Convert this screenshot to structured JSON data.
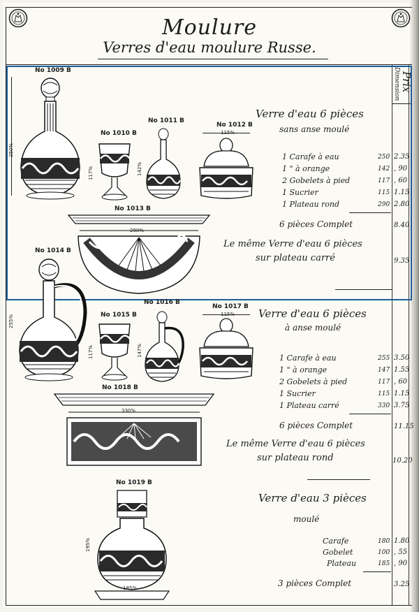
{
  "header": {
    "title": "Moulure",
    "subtitle": "Verres d'eau moulure Russe."
  },
  "columns": {
    "dimension": "Dimension",
    "prix": "Prix"
  },
  "figures": {
    "f1009": {
      "label": "No 1009 B",
      "dim": "250%"
    },
    "f1010": {
      "label": "No 1010 B",
      "dim": "117%"
    },
    "f1011": {
      "label": "No 1011 B",
      "dim": "142%"
    },
    "f1012": {
      "label": "No 1012 B",
      "dim": "115%"
    },
    "f1013": {
      "label": "No 1013 B",
      "dim": "290%"
    },
    "f1014": {
      "label": "No 1014 B",
      "dim": "255%"
    },
    "f1015": {
      "label": "No 1015 B",
      "dim": "117%"
    },
    "f1016": {
      "label": "No 1016 B",
      "dim": "147%"
    },
    "f1017": {
      "label": "No 1017 B",
      "dim": "115%"
    },
    "f1018": {
      "label": "No 1018 B",
      "dim": "330%"
    },
    "f1019": {
      "label": "No 1019 B",
      "dim_height": "195%",
      "dim_width": "185%"
    }
  },
  "sections": [
    {
      "title": "Verre d'eau 6 pièces",
      "subtitle": "sans anse moulé",
      "items": [
        {
          "label": "1 Carafe à eau",
          "dimension": "250",
          "price": "2.35"
        },
        {
          "label": "1      \"    à orange",
          "dimension": "142",
          "price": ", 90"
        },
        {
          "label": "2 Gobelets à pied",
          "dimension": "117",
          "price": ", 60"
        },
        {
          "label": "1 Sucrier",
          "dimension": "115",
          "price": "1.15"
        },
        {
          "label": "1 Plateau rond",
          "dimension": "290",
          "price": "2.80"
        }
      ],
      "complete_label": "6 pièces Complet",
      "complete_price": "8.40",
      "alt_line1": "Le même Verre d'eau 6 pièces",
      "alt_line2": "sur plateau carré",
      "alt_price": "9.35"
    },
    {
      "title": "Verre d'eau 6 pièces",
      "subtitle": "à anse moulé",
      "items": [
        {
          "label": "1 Carafe à eau",
          "dimension": "255",
          "price": "3.50"
        },
        {
          "label": "1      \"    à orange",
          "dimension": "147",
          "price": "1.55"
        },
        {
          "label": "2 Gobelets à pied",
          "dimension": "117",
          "price": ", 60"
        },
        {
          "label": "1 Sucrier",
          "dimension": "115",
          "price": "1.15"
        },
        {
          "label": "1 Plateau carré",
          "dimension": "330",
          "price": "3.75"
        }
      ],
      "complete_label": "6 pièces Complet",
      "complete_price": "11.15",
      "alt_line1": "Le même Verre d'eau 6 pièces",
      "alt_line2": "sur plateau rond",
      "alt_price": "10.20"
    },
    {
      "title": "Verre d'eau 3 pièces",
      "subtitle": "moulé",
      "items": [
        {
          "label": "Carafe",
          "dimension": "180",
          "price": "1.80"
        },
        {
          "label": "Gobelet",
          "dimension": "100",
          "price": ", 55"
        },
        {
          "label": "Plateau",
          "dimension": "185",
          "price": ", 90"
        }
      ],
      "complete_label": "3 pièces Complet",
      "complete_price": "3.25"
    }
  ]
}
